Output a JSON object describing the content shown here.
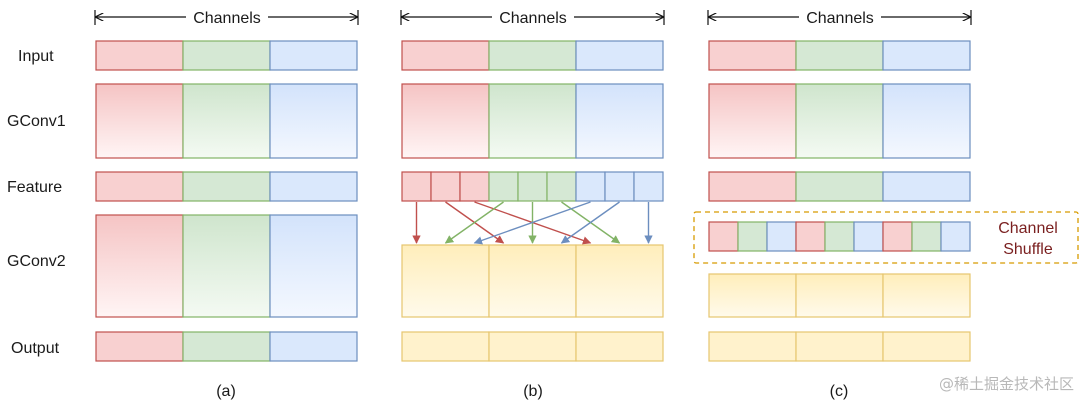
{
  "row_labels": [
    "Input",
    "GConv1",
    "Feature",
    "GConv2",
    "Output"
  ],
  "channels_label": "Channels",
  "panel_captions": [
    "(a)",
    "(b)",
    "(c)"
  ],
  "channel_shuffle_label": [
    "Channel",
    "Shuffle"
  ],
  "watermark": "@稀土掘金技术社区",
  "colors": {
    "red": {
      "stroke": "#c0504d",
      "fill": "#f8d0d0"
    },
    "green": {
      "stroke": "#82b366",
      "fill": "#d5e8d4"
    },
    "blue": {
      "stroke": "#6c8ebf",
      "fill": "#dae8fc"
    },
    "yellow": {
      "stroke": "#e6c66f",
      "fill": "#fff2cc"
    },
    "shuffle_box": "#d79b00"
  },
  "shuffle_order": [
    "red",
    "green",
    "blue",
    "red",
    "green",
    "blue",
    "red",
    "green",
    "blue"
  ],
  "arrow_colors": [
    "red",
    "green",
    "blue"
  ]
}
